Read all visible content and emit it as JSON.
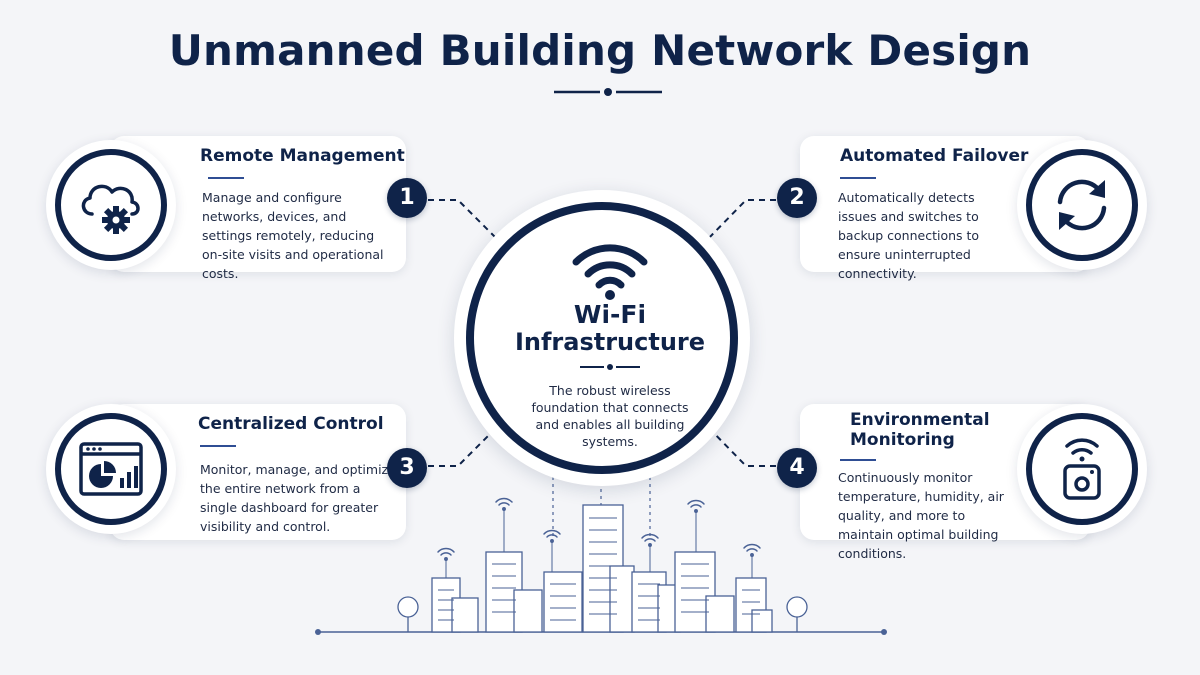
{
  "header": {
    "title": "Unmanned Building Network Design"
  },
  "center": {
    "title_line1": "Wi-Fi",
    "title_line2": "Infrastructure",
    "description": "The robust wireless foundation that connects and enables all building systems."
  },
  "features": [
    {
      "number": "1",
      "title": "Remote Management",
      "description": "Manage and configure networks, devices, and settings remotely, reducing on-site visits and operational costs.",
      "icon": "cloud-gear-icon"
    },
    {
      "number": "2",
      "title": "Automated Failover",
      "description": "Automatically detects issues and switches to backup connections to ensure uninterrupted connectivity.",
      "icon": "sync-arrows-icon"
    },
    {
      "number": "3",
      "title": "Centralized Control",
      "description": "Monitor, manage, and optimize the entire network from a single dashboard for greater visibility and control.",
      "icon": "dashboard-icon"
    },
    {
      "number": "4",
      "title_line1": "Environmental",
      "title_line2": "Monitoring",
      "description": "Continuously monitor temperature, humidity, air quality, and more to maintain optimal building conditions.",
      "icon": "wifi-sensor-icon"
    }
  ],
  "colors": {
    "navy": "#0f2349",
    "accent": "#2f4e94",
    "background": "#f4f5f8",
    "skyline": "#4a6296"
  }
}
